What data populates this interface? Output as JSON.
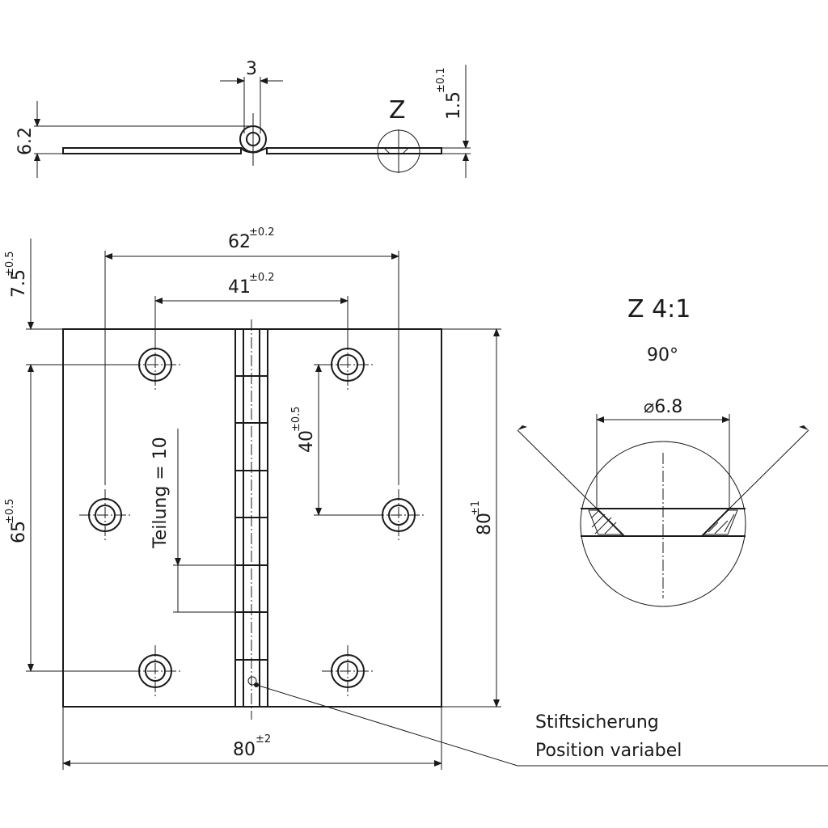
{
  "side_view": {
    "dim_pin_width": "3",
    "dim_height": "6.2",
    "dim_thickness": "1.5",
    "dim_thickness_tol": "±0.1",
    "detail_marker": "Z"
  },
  "front_view": {
    "dim_outer_holes": "62",
    "dim_outer_holes_tol": "±0.2",
    "dim_inner_holes": "41",
    "dim_inner_holes_tol": "±0.2",
    "dim_top_offset": "7.5",
    "dim_top_offset_tol": "±0.5",
    "dim_hole_spacing": "65",
    "dim_hole_spacing_tol": "±0.5",
    "dim_inner_spacing": "40",
    "dim_inner_spacing_tol": "±0.5",
    "pitch_label": "Teilung = 10",
    "dim_height": "80",
    "dim_height_tol": "±1",
    "dim_width": "80",
    "dim_width_tol": "±2",
    "note_line1": "Stiftsicherung",
    "note_line2": "Position variabel"
  },
  "detail_view": {
    "title": "Z 4:1",
    "angle": "90°",
    "diameter": "⌀6.8"
  }
}
